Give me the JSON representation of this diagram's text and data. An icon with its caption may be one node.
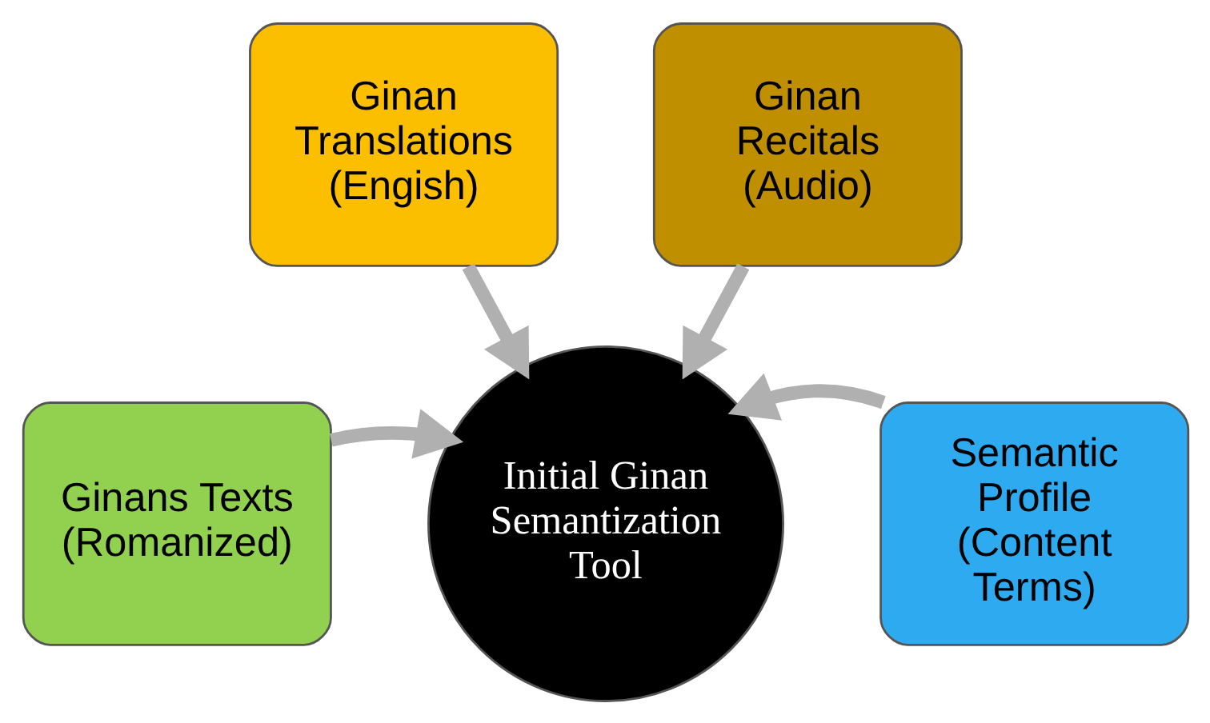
{
  "diagram": {
    "nodes": [
      {
        "text": [
          "Ginan Translations (Engish)"
        ]
      },
      {
        "text": [
          "Ginan Recitals (Audio)"
        ]
      },
      {
        "text": [
          "Ginans Texts (Romanized)"
        ]
      },
      {
        "text": [
          "Semantic Profile (Content Terms)"
        ]
      },
      {
        "text": [
          "Initial Ginan Semantization Tool"
        ]
      }
    ],
    "edges": [
      {
        "from": 0,
        "to": 4,
        "arrow": "to"
      },
      {
        "from": 1,
        "to": 4,
        "arrow": "to"
      },
      {
        "from": 2,
        "to": 4,
        "arrow": "to"
      },
      {
        "from": 3,
        "to": 4,
        "arrow": "to"
      }
    ]
  }
}
